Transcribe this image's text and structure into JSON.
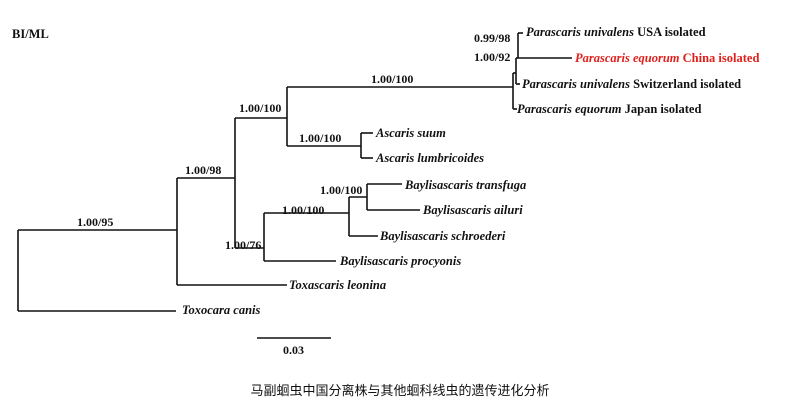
{
  "panel_label": "BI/ML",
  "taxa": [
    {
      "name": "Parascaris univalens",
      "suffix": " USA isolated",
      "highlight": false
    },
    {
      "name": "Parascaris equorum",
      "suffix": " China isolated",
      "highlight": true
    },
    {
      "name": "Parascaris univalens",
      "suffix": " Switzerland isolated",
      "highlight": false
    },
    {
      "name": "Parascaris equorum",
      "suffix": " Japan isolated",
      "highlight": false
    },
    {
      "name": "Ascaris suum",
      "suffix": "",
      "highlight": false
    },
    {
      "name": "Ascaris lumbricoides",
      "suffix": "",
      "highlight": false
    },
    {
      "name": "Baylisascaris transfuga",
      "suffix": "",
      "highlight": false
    },
    {
      "name": "Baylisascaris ailuri",
      "suffix": "",
      "highlight": false
    },
    {
      "name": "Baylisascaris schroederi",
      "suffix": "",
      "highlight": false
    },
    {
      "name": "Baylisascaris procyonis",
      "suffix": "",
      "highlight": false
    },
    {
      "name": "Toxascaris leonina",
      "suffix": "",
      "highlight": false
    },
    {
      "name": "Toxocara canis",
      "suffix": "",
      "highlight": false
    }
  ],
  "support_values": [
    "0.99/98",
    "1.00/92",
    "1.00/100",
    "1.00/100",
    "1.00/100",
    "1.00/100",
    "1.00/100",
    "1.00/76",
    "1.00/98",
    "1.00/95"
  ],
  "scale_bar": {
    "label": "0.03"
  },
  "caption": "马副蛔虫中国分离株与其他蛔科线虫的遗传进化分析",
  "colors": {
    "line": "#111111",
    "highlight": "#e0201c"
  }
}
